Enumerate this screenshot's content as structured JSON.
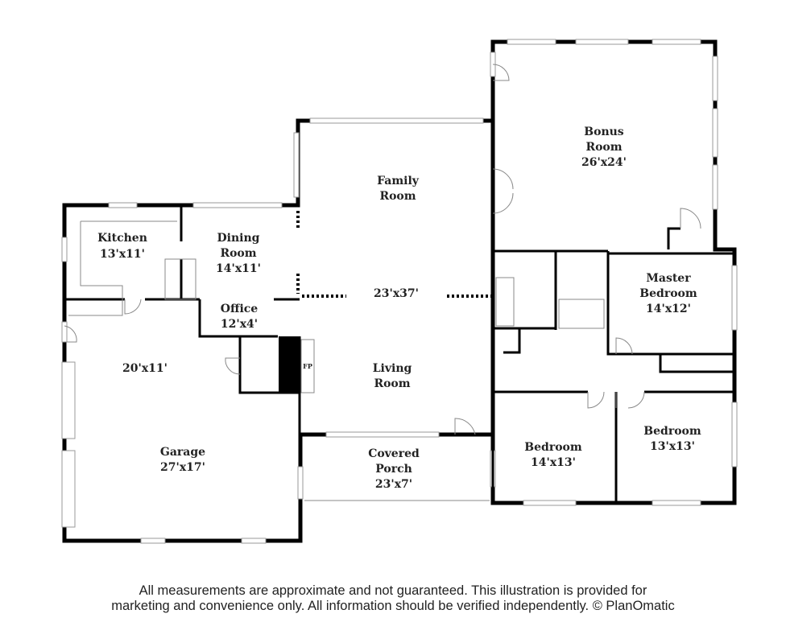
{
  "rooms": [
    {
      "id": "kitchen",
      "name_lines": [
        "Kitchen"
      ],
      "size": "13'x11'"
    },
    {
      "id": "dining",
      "name_lines": [
        "Dining",
        "Room"
      ],
      "size": "14'x11'"
    },
    {
      "id": "office",
      "name_lines": [
        "Office"
      ],
      "size": "12'x4'"
    },
    {
      "id": "garage-upper",
      "name_lines": [],
      "size": "20'x11'"
    },
    {
      "id": "garage",
      "name_lines": [
        "Garage"
      ],
      "size": "27'x17'"
    },
    {
      "id": "family",
      "name_lines": [
        "Family",
        "Room"
      ],
      "size": ""
    },
    {
      "id": "family-living",
      "name_lines": [],
      "size": "23'x37'"
    },
    {
      "id": "living",
      "name_lines": [
        "Living",
        "Room"
      ],
      "size": ""
    },
    {
      "id": "porch",
      "name_lines": [
        "Covered",
        "Porch"
      ],
      "size": "23'x7'"
    },
    {
      "id": "bonus",
      "name_lines": [
        "Bonus",
        "Room"
      ],
      "size": "26'x24'"
    },
    {
      "id": "master",
      "name_lines": [
        "Master",
        "Bedroom"
      ],
      "size": "14'x12'"
    },
    {
      "id": "bedroom1",
      "name_lines": [
        "Bedroom"
      ],
      "size": "14'x13'"
    },
    {
      "id": "bedroom2",
      "name_lines": [
        "Bedroom"
      ],
      "size": "13'x13'"
    }
  ],
  "fireplace_label": "FP",
  "footer": {
    "line1": "All measurements are approximate and not guaranteed. This illustration is provided for",
    "line2": "marketing and convenience only. All information should be verified independently. © PlanOmatic"
  }
}
